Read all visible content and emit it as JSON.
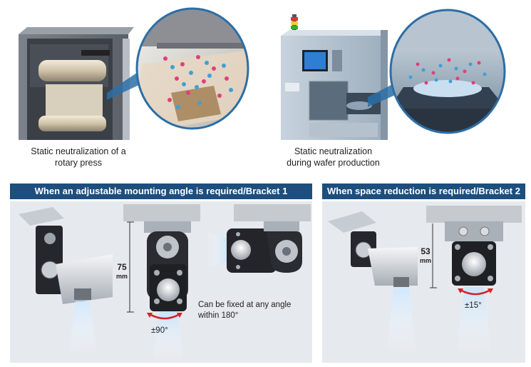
{
  "top_left": {
    "caption_line1": "Static neutralization of a",
    "caption_line2": "rotary press"
  },
  "top_right": {
    "caption_line1": "Static neutralization",
    "caption_line2": "during wafer production"
  },
  "bracket1": {
    "title": "When an adjustable mounting angle is required/Bracket 1",
    "dimension_value": "75",
    "dimension_unit": "mm",
    "rotation_label": "±90°",
    "note_line1": "Can be fixed at any angle",
    "note_line2": "within 180°"
  },
  "bracket2": {
    "title": "When space reduction is required/Bracket 2",
    "dimension_value": "53",
    "dimension_unit": "mm",
    "rotation_label": "±15°"
  },
  "colors": {
    "header_bar": "#1d4e7e",
    "rotation_arrow": "#d2232a",
    "ion_positive": "#e0407a",
    "ion_negative": "#3fa0d8"
  }
}
